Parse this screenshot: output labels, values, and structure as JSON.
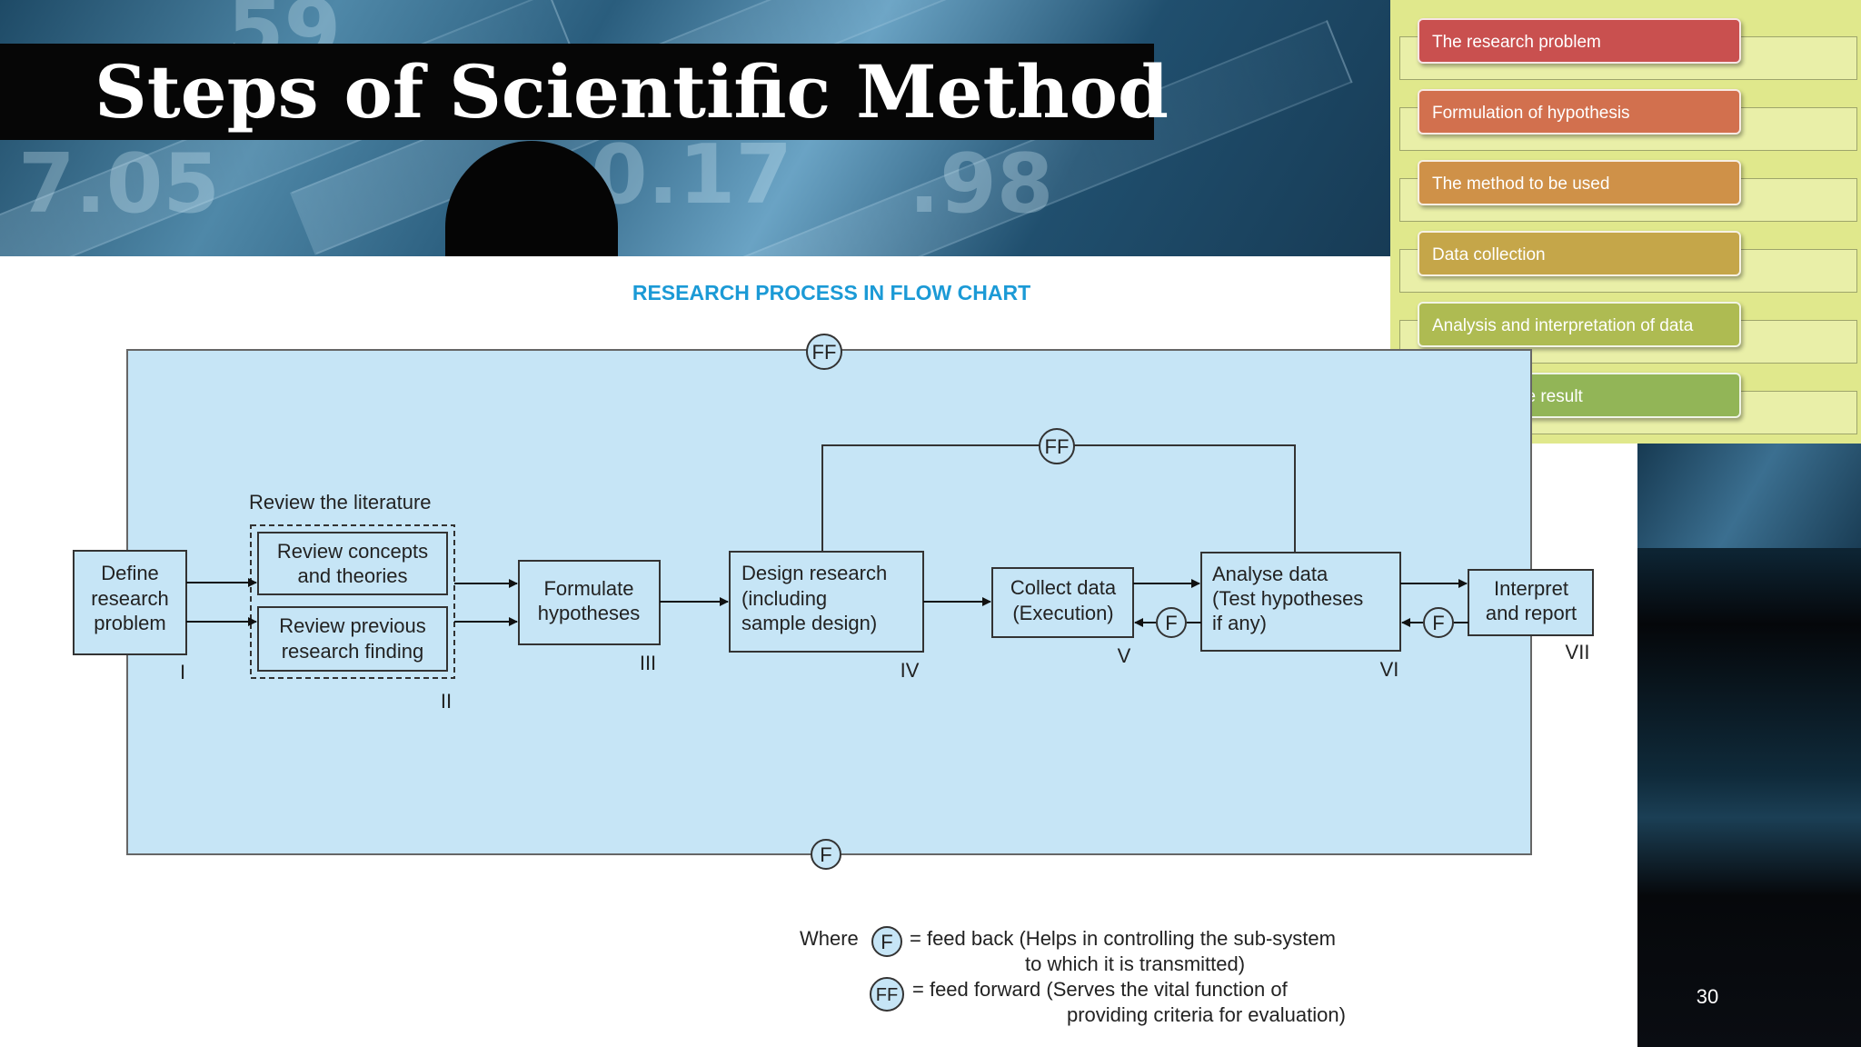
{
  "slide": {
    "title": "Steps of Scientific Method",
    "page_number": "30"
  },
  "steps_panel": {
    "items": [
      {
        "label": "The research problem",
        "color": "#c9504f"
      },
      {
        "label": "Formulation of hypothesis",
        "color": "#d2704e"
      },
      {
        "label": "The method to be used",
        "color": "#cf9148"
      },
      {
        "label": "Data collection",
        "color": "#c5a649"
      },
      {
        "label": "Analysis and interpretation  of data",
        "color": "#aebb52"
      },
      {
        "label": "Reporting the result",
        "color": "#92b557"
      }
    ]
  },
  "flowchart": {
    "title": "RESEARCH PROCESS IN FLOW CHART",
    "background_color": "#c6e5f6",
    "group_label": "Review the literature",
    "boxes": {
      "define": [
        "Define",
        "research",
        "problem"
      ],
      "concepts": [
        "Review concepts",
        "and theories"
      ],
      "previous": [
        "Review previous",
        "research finding"
      ],
      "formulate": [
        "Formulate",
        "hypotheses"
      ],
      "design": [
        "Design research",
        "(including",
        "sample design)"
      ],
      "collect": [
        "Collect data",
        "(Execution)"
      ],
      "analyse": [
        "Analyse data",
        "(Test hypotheses",
        "if any)"
      ],
      "interpret": [
        "Interpret",
        "and report"
      ]
    },
    "numerals": [
      "I",
      "II",
      "III",
      "IV",
      "V",
      "VI",
      "VII"
    ],
    "feedback_symbol": "F",
    "feedforward_symbol": "FF"
  },
  "legend": {
    "where": "Where",
    "f_symbol": "F",
    "f_line1": "= feed back (Helps in controlling the sub-system",
    "f_line2": "to which it is transmitted)",
    "ff_symbol": "FF",
    "ff_line1": "= feed forward (Serves the vital function of",
    "ff_line2": "providing criteria for evaluation)"
  }
}
